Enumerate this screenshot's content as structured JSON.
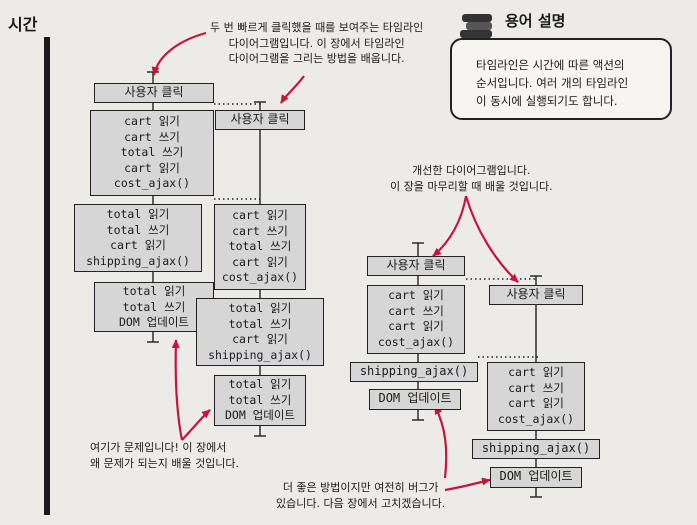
{
  "timeline_title": "시간",
  "vocab": {
    "title": "용어 설명",
    "lines": [
      "타임라인은 시간에 따른 액션의",
      "순서입니다. 여러 개의 타임라인",
      "이 동시에 실행되기도 합니다."
    ]
  },
  "annotations": {
    "top": [
      "두 번 빠르게 클릭했을 때를 보여주는 타임라인",
      "다이어그램입니다. 이 장에서 타임라인",
      "다이어그램을 그리는 방법을 배웁니다."
    ],
    "improved": [
      "개선한 다이어그램입니다.",
      "이 장을 마무리할 때 배울 것입니다."
    ],
    "problem": [
      "여기가 문제입니다! 이 장에서",
      "왜 문제가 되는지 배울 것입니다."
    ],
    "better": [
      "더 좋은 방법이지만 여전히 버그가",
      "있습니다. 다음 장에서 고치겠습니다."
    ]
  },
  "diagram1": {
    "timeline1": {
      "click": "사용자 클릭",
      "block1": [
        "cart 읽기",
        "cart 쓰기",
        "total 쓰기",
        "cart 읽기",
        "cost_ajax()"
      ],
      "block2": [
        "total 읽기",
        "total 쓰기",
        "cart 읽기",
        "shipping_ajax()"
      ],
      "block3": [
        "total 읽기",
        "total 쓰기",
        "DOM 업데이트"
      ]
    },
    "timeline2": {
      "click": "사용자 클릭",
      "block1": [
        "cart 읽기",
        "cart 쓰기",
        "total 쓰기",
        "cart 읽기",
        "cost_ajax()"
      ],
      "block2": [
        "total 읽기",
        "total 쓰기",
        "cart 읽기",
        "shipping_ajax()"
      ],
      "block3": [
        "total 읽기",
        "total 쓰기",
        "DOM 업데이트"
      ]
    }
  },
  "diagram2": {
    "timeline1": {
      "click": "사용자 클릭",
      "block1": [
        "cart 읽기",
        "cart 쓰기",
        "cart 읽기",
        "cost_ajax()"
      ],
      "block2": [
        "shipping_ajax()"
      ],
      "block3": [
        "DOM 업데이트"
      ]
    },
    "timeline2": {
      "click": "사용자 클릭",
      "block1": [
        "cart 읽기",
        "cart 쓰기",
        "cart 읽기",
        "cost_ajax()"
      ],
      "block2": [
        "shipping_ajax()"
      ],
      "block3": [
        "DOM 업데이트"
      ]
    }
  },
  "colors": {
    "arrow": "#c8143c",
    "box_fill": "#d6d6d6",
    "line": "#222222"
  }
}
